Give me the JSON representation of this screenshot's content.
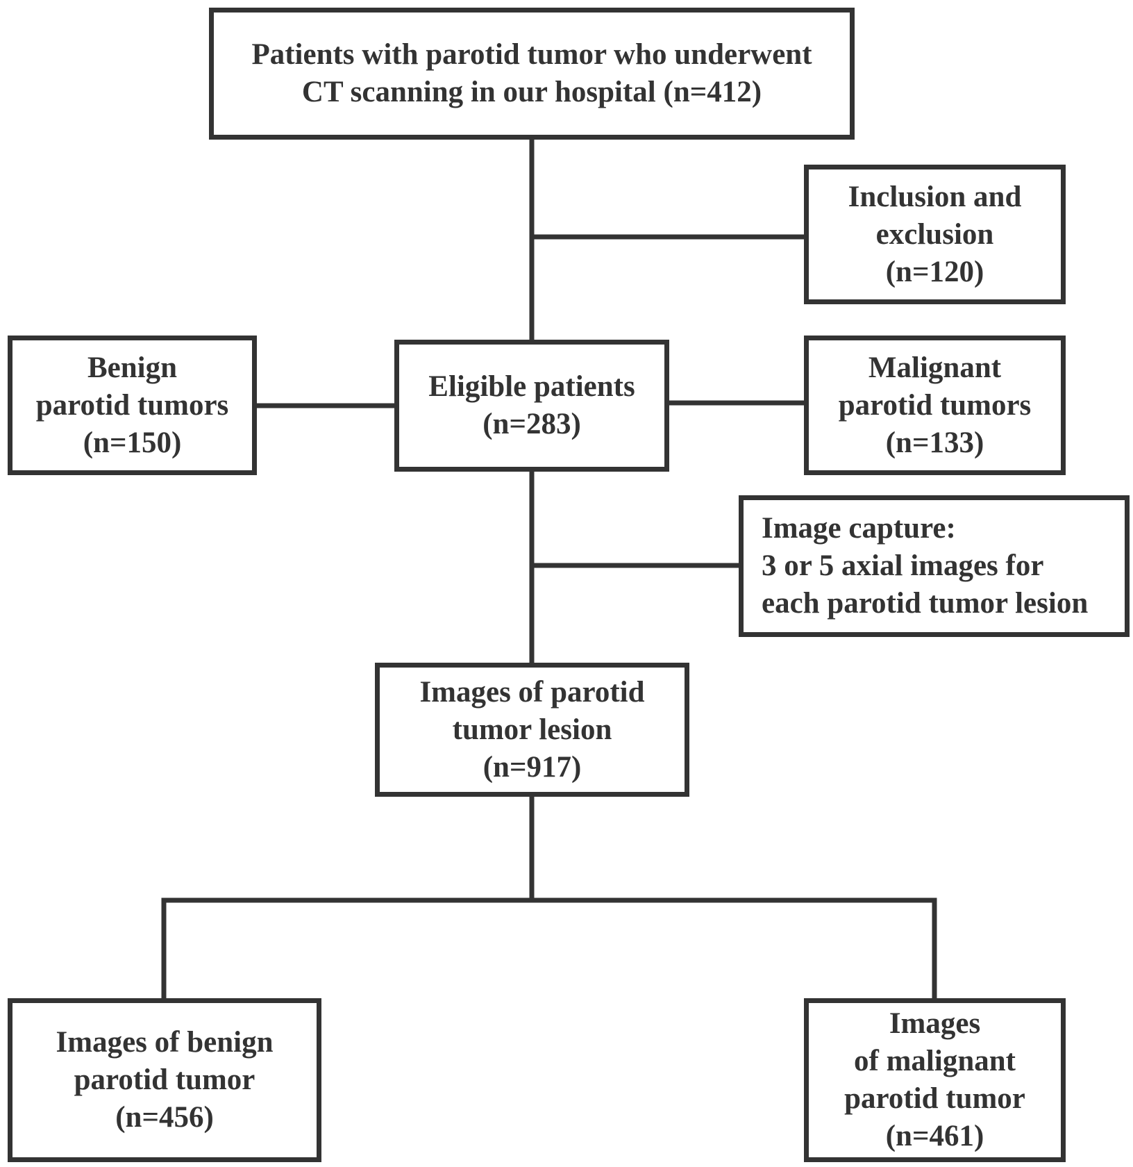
{
  "colors": {
    "line": "#333333",
    "text": "#333333",
    "background": "#ffffff"
  },
  "boxes": {
    "start": {
      "lines": [
        "Patients with parotid tumor who underwent",
        "CT scanning in our hospital (n=412)"
      ]
    },
    "exclusion": {
      "lines": [
        "Inclusion and",
        "exclusion",
        "(n=120)"
      ]
    },
    "benign": {
      "lines": [
        "Benign",
        "parotid tumors",
        "(n=150)"
      ]
    },
    "eligible": {
      "lines": [
        "Eligible patients",
        "(n=283)"
      ]
    },
    "malignant": {
      "lines": [
        "Malignant",
        "parotid tumors",
        "(n=133)"
      ]
    },
    "capture": {
      "lines": [
        "Image capture:",
        "3 or 5 axial images for",
        "each parotid tumor lesion"
      ]
    },
    "lesion_images": {
      "lines": [
        "Images of parotid",
        "tumor lesion",
        "(n=917)"
      ]
    },
    "benign_images": {
      "lines": [
        "Images of benign",
        "parotid tumor",
        "(n=456)"
      ]
    },
    "malignant_images": {
      "lines": [
        "Images",
        "of malignant",
        "parotid tumor",
        "(n=461)"
      ]
    }
  }
}
